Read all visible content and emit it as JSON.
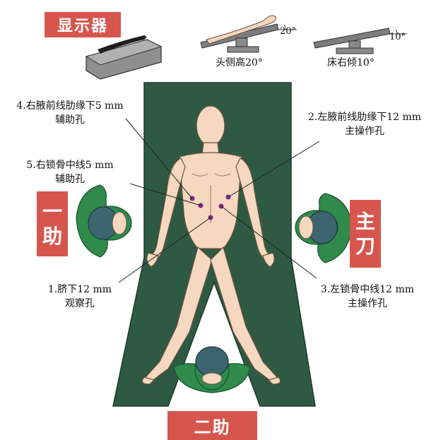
{
  "display_label": "显示器",
  "roles": {
    "assistant1": [
      "一",
      "助"
    ],
    "surgeon": [
      "主",
      "刀"
    ],
    "assistant2": "二助"
  },
  "tilts": {
    "head_up": {
      "angle": "20°",
      "caption": "头侧高20°"
    },
    "right_down": {
      "angle": "10°",
      "caption": "床右倾10°"
    }
  },
  "ports": [
    {
      "id": "1",
      "line1": "1.脐下12 mm",
      "line2": "观察孔"
    },
    {
      "id": "2",
      "line1": "2.左腋前线肋缘下12 mm",
      "line2": "主操作孔"
    },
    {
      "id": "3",
      "line1": "3.左锁骨中线12 mm",
      "line2": "主操作孔"
    },
    {
      "id": "4",
      "line1": "4.右腋前线肋缘下5 mm",
      "line2": "辅助孔"
    },
    {
      "id": "5",
      "line1": "5.右锁骨中线5 mm",
      "line2": "辅助孔"
    }
  ],
  "colors": {
    "drape": "#2e5a43",
    "skin": "#f5d8bf",
    "gown": "#2f8a4c",
    "cap": "#3d6570",
    "label_box": "#d6564e",
    "port": "#7a2a8a"
  }
}
